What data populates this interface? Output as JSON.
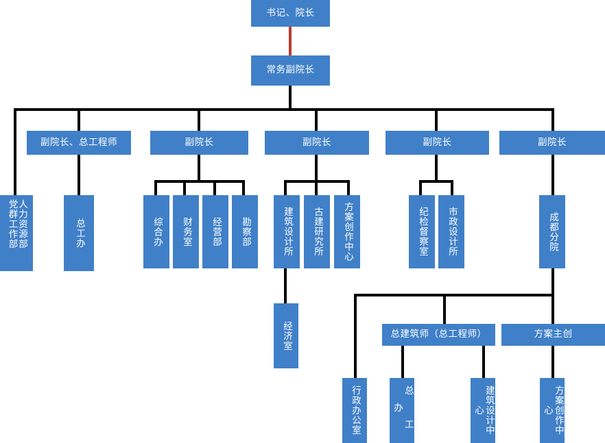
{
  "chart_data": {
    "type": "diagram",
    "title": "",
    "diagram_kind": "organizational-chart",
    "orientation": "top-down",
    "accent_color": "#4080c8",
    "line_color": "#000000",
    "highlight_line_color": "#c0392b",
    "text_color": "#ffffff",
    "background": "#ffffff",
    "levels": [
      {
        "level": 1,
        "nodes": [
          "书记、院长"
        ]
      },
      {
        "level": 2,
        "nodes": [
          "常务副院长"
        ]
      },
      {
        "level": 3,
        "nodes": [
          "副院长、总工程师",
          "副院长",
          "副院长",
          "副院长",
          "副院长"
        ]
      },
      {
        "level": 4,
        "nodes": [
          "人力资源部 / 党群工作部",
          "总工办",
          "综合办",
          "财务室",
          "经营部",
          "勘察部",
          "建筑设计所",
          "古建研究所",
          "方案创作中心",
          "纪检督察室",
          "市政设计所",
          "成都分院"
        ]
      },
      {
        "level": 5,
        "nodes": [
          "经济室",
          "总建筑师（总工程师）",
          "方案主创"
        ]
      },
      {
        "level": 6,
        "nodes": [
          "行政办公室",
          "总工办",
          "建筑设计中心",
          "方案创作中心"
        ]
      }
    ],
    "edges": [
      {
        "from": "书记、院长",
        "to": "常务副院长",
        "color": "#c0392b"
      },
      {
        "from": "常务副院长",
        "to": "副院长、总工程师"
      },
      {
        "from": "常务副院长",
        "to": "副院长 (2)"
      },
      {
        "from": "常务副院长",
        "to": "副院长 (3)"
      },
      {
        "from": "常务副院长",
        "to": "副院长 (4)"
      },
      {
        "from": "常务副院长",
        "to": "副院长 (5)"
      },
      {
        "from": "常务副院长",
        "to": "人力资源部 / 党群工作部"
      },
      {
        "from": "副院长、总工程师",
        "to": "总工办"
      },
      {
        "from": "副院长 (2)",
        "to": "综合办"
      },
      {
        "from": "副院长 (2)",
        "to": "财务室"
      },
      {
        "from": "副院长 (2)",
        "to": "经营部"
      },
      {
        "from": "副院长 (2)",
        "to": "勘察部"
      },
      {
        "from": "副院长 (3)",
        "to": "建筑设计所"
      },
      {
        "from": "副院长 (3)",
        "to": "古建研究所"
      },
      {
        "from": "副院长 (3)",
        "to": "方案创作中心"
      },
      {
        "from": "建筑设计所",
        "to": "经济室"
      },
      {
        "from": "副院长 (4)",
        "to": "纪检督察室"
      },
      {
        "from": "副院长 (4)",
        "to": "市政设计所"
      },
      {
        "from": "副院长 (5)",
        "to": "成都分院"
      },
      {
        "from": "成都分院",
        "to": "行政办公室"
      },
      {
        "from": "成都分院",
        "to": "总建筑师（总工程师）"
      },
      {
        "from": "成都分院",
        "to": "方案主创"
      },
      {
        "from": "总建筑师（总工程师）",
        "to": "总工办 (成都)"
      },
      {
        "from": "总建筑师（总工程师）",
        "to": "建筑设计中心"
      },
      {
        "from": "方案主创",
        "to": "方案创作中心 (成都)"
      }
    ]
  },
  "nodes": {
    "director": "书记、院长",
    "exec_vice": "常务副院长",
    "vice_chief_engineer": "副院长、总工程师",
    "vice_2": "副院长",
    "vice_3": "副院长",
    "vice_4": "副院长",
    "vice_5": "副院长",
    "hr_dept": "人力资源部",
    "party_dept": "党群工作部",
    "chief_eng_office": "总工办",
    "general_office": "综合办",
    "finance_office": "财务室",
    "operations_dept": "经营部",
    "survey_dept": "勘察部",
    "arch_design_institute": "建筑设计所",
    "ancient_arch_institute": "古建研究所",
    "scheme_creation_center": "方案创作中心",
    "economics_office": "经济室",
    "discipline_office": "纪检督察室",
    "municipal_design_institute": "市政设计所",
    "chengdu_branch": "成都分院",
    "chief_architect": "总建筑师（总工程师）",
    "scheme_lead": "方案主创",
    "admin_office": "行政办公室",
    "cd_chief_eng_office": "总 工 办",
    "cd_arch_design_center": "建筑设计中心",
    "cd_scheme_creation_center": "方案创作中心"
  }
}
